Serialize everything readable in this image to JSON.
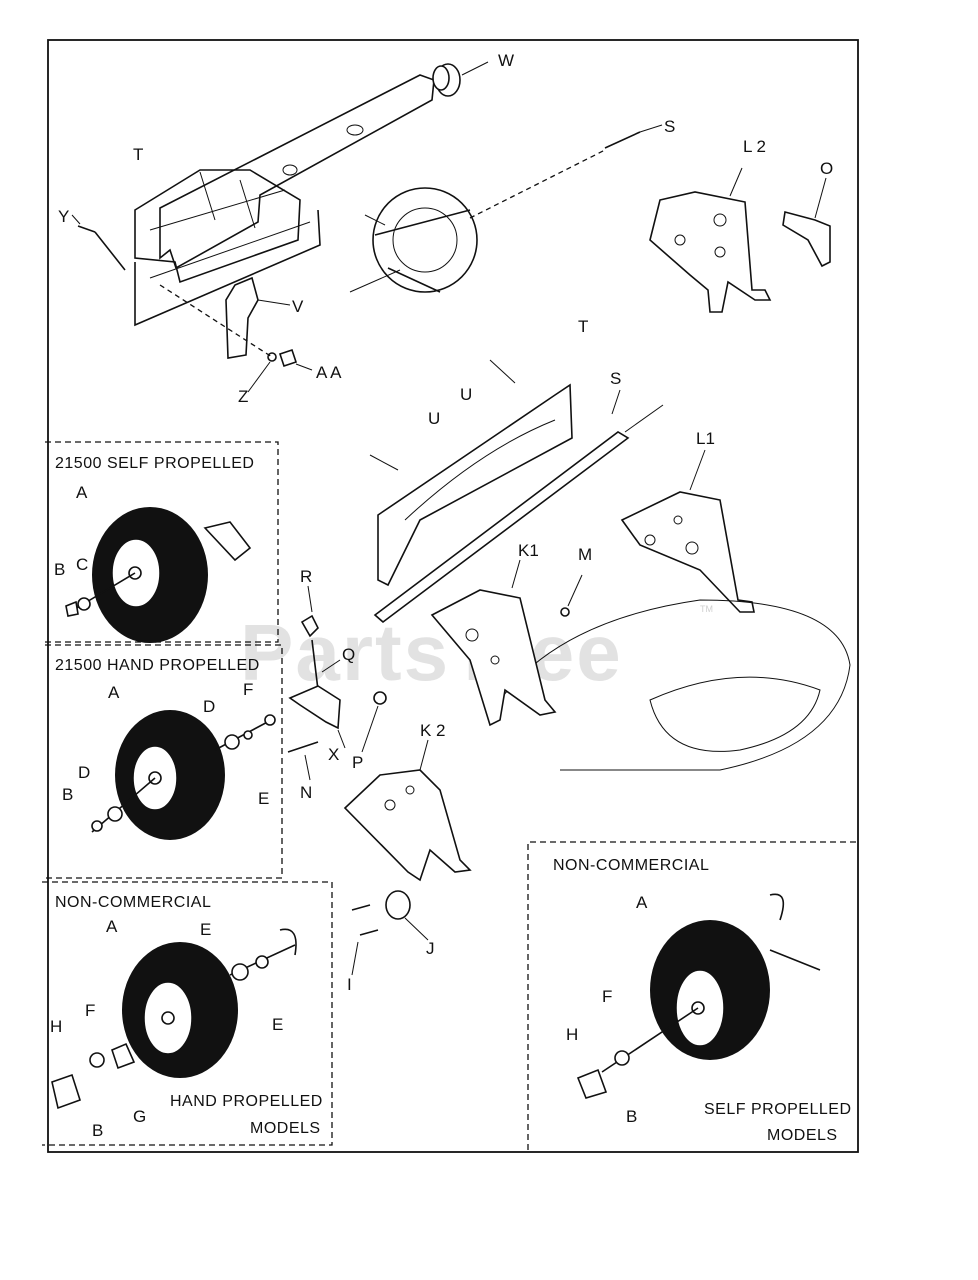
{
  "watermark": {
    "text": "PartsTree",
    "trademark": "TM"
  },
  "insets": {
    "sp_21500": {
      "title": "21500 SELF PROPELLED",
      "labels": [
        "A",
        "B",
        "C"
      ]
    },
    "hp_21500": {
      "title": "21500 HAND PROPELLED",
      "labels": [
        "A",
        "D",
        "F",
        "D",
        "B",
        "E"
      ]
    },
    "nc_hand": {
      "title": "NON-COMMERCIAL",
      "footer_line1": "HAND PROPELLED",
      "footer_line2": "MODELS",
      "labels": [
        "A",
        "E",
        "E",
        "H",
        "F",
        "G",
        "B"
      ]
    },
    "nc_self": {
      "title": "NON-COMMERCIAL",
      "footer_line1": "SELF PROPELLED",
      "footer_line2": "MODELS",
      "labels": [
        "A",
        "F",
        "H",
        "B"
      ]
    }
  },
  "callouts": {
    "w": "W",
    "s_top": "S",
    "t_top": "T",
    "y": "Y",
    "l2": "L 2",
    "o": "O",
    "v": "V",
    "z": "Z",
    "aa": "A A",
    "t_mid": "T",
    "s_mid": "S",
    "u1": "U",
    "u2": "U",
    "l1": "L1",
    "k1": "K1",
    "m": "M",
    "r": "R",
    "q": "Q",
    "p": "P",
    "x": "X",
    "n": "N",
    "k2": "K 2",
    "j": "J",
    "i": "I"
  }
}
